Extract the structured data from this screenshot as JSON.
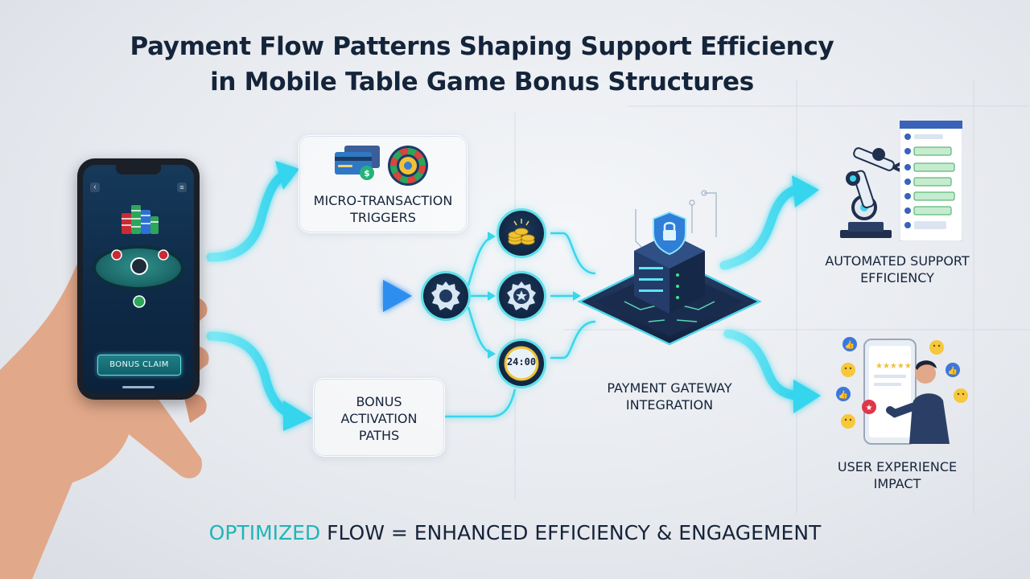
{
  "title": {
    "line1": "Payment Flow Patterns Shaping Support Efficiency",
    "line2": "in Mobile Table Game Bonus Structures"
  },
  "phone": {
    "button_label": "BONUS CLAIM"
  },
  "boxes": {
    "micro_transaction": "MICRO-TRANSACTION TRIGGERS",
    "bonus_activation": "BONUS ACTIVATION PATHS"
  },
  "nodes": {
    "timer_label": "24:00"
  },
  "labels": {
    "gateway": "PAYMENT GATEWAY INTEGRATION",
    "support": "AUTOMATED SUPPORT EFFICIENCY",
    "ux": "USER EXPERIENCE IMPACT"
  },
  "footer": {
    "accent": "OPTIMIZED",
    "rest": " FLOW = ENHANCED EFFICIENCY & ENGAGEMENT"
  },
  "colors": {
    "accent": "#1fb5b8",
    "flow_cyan": "#3fdcf0",
    "navy": "#14243a",
    "gold": "#f1c232"
  },
  "icons": [
    "credit-card-icon",
    "dollar-coin-icon",
    "roulette-wheel-icon",
    "gear-badge-icon",
    "star-badge-icon",
    "timer-icon",
    "coin-stack-icon",
    "shield-lock-icon",
    "server-icon",
    "robot-arm-icon",
    "chat-panel-icon",
    "thumbs-up-icon",
    "smiley-icon",
    "star-rating-icon",
    "person-icon"
  ]
}
